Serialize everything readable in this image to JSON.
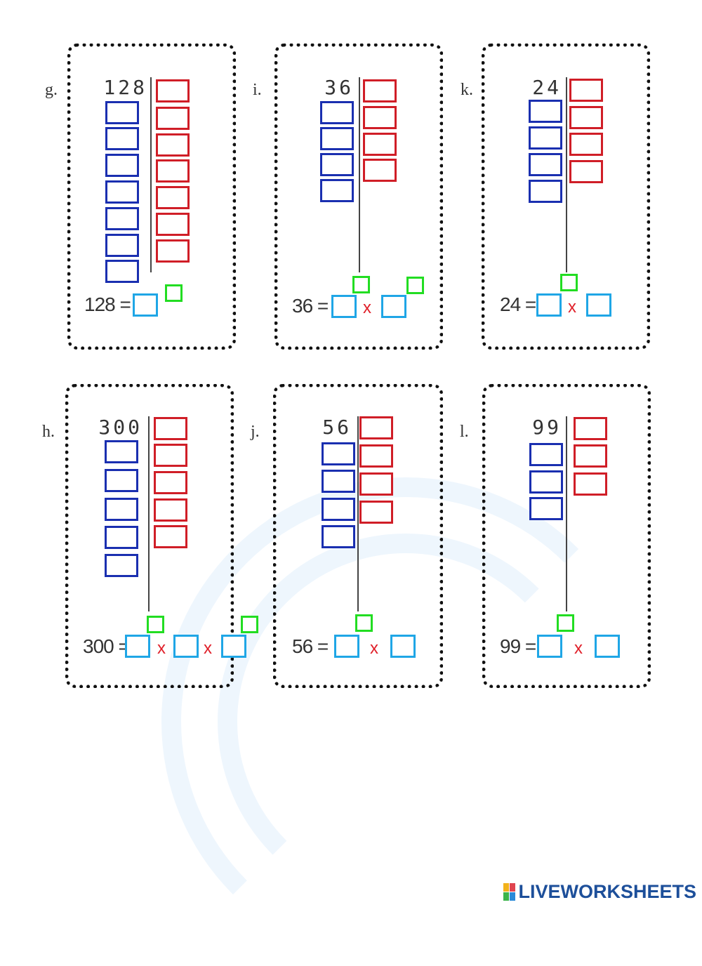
{
  "problems": [
    {
      "letter": "g.",
      "number": "128",
      "equation": "128 =",
      "blue_count": 7,
      "red_count": 7,
      "times_signs": 0
    },
    {
      "letter": "i.",
      "number": "36",
      "equation": "36 =",
      "blue_count": 4,
      "red_count": 4,
      "times_signs": 1
    },
    {
      "letter": "k.",
      "number": "24",
      "equation": "24 =",
      "blue_count": 4,
      "red_count": 4,
      "times_signs": 1
    },
    {
      "letter": "h.",
      "number": "300",
      "equation": "300 =",
      "blue_count": 5,
      "red_count": 5,
      "times_signs": 2
    },
    {
      "letter": "j.",
      "number": "56",
      "equation": "56 =",
      "blue_count": 4,
      "red_count": 4,
      "times_signs": 1
    },
    {
      "letter": "l.",
      "number": "99",
      "equation": "99 =",
      "blue_count": 3,
      "red_count": 3,
      "times_signs": 1
    }
  ],
  "times_symbol": "x",
  "footer": {
    "brand": "LIVEWORKSHEETS"
  },
  "colors": {
    "divisor_box": "#1a2fb0",
    "quotient_box": "#d01e27",
    "answer_box": "#1fa6e6",
    "exponent_box": "#22dd22",
    "brand": "#1d4f9a"
  }
}
